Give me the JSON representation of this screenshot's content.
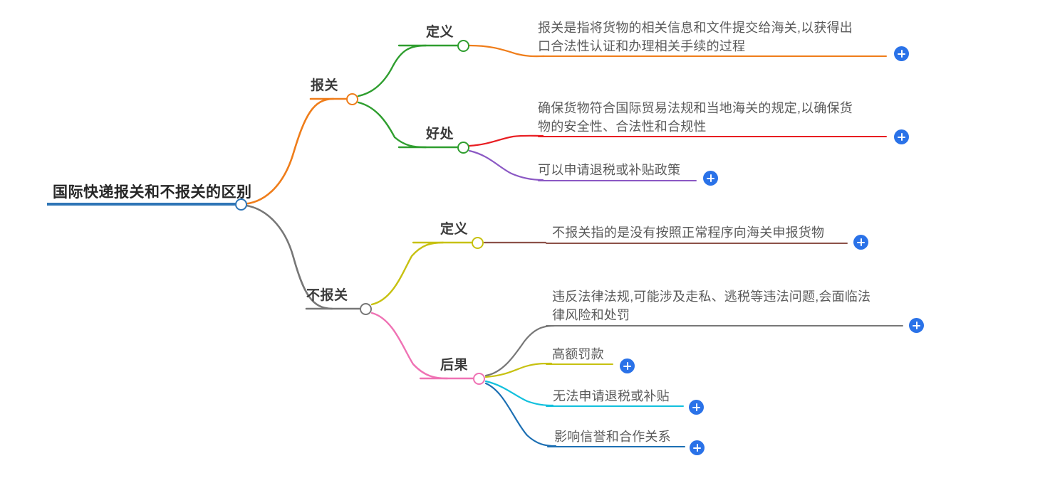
{
  "diagram": {
    "type": "mindmap",
    "root": {
      "id": "root",
      "label": "国际快递报关和不报关的区别",
      "color": "#2e75b6"
    },
    "branches": [
      {
        "id": "baoguan",
        "label": "报关",
        "color": "#ef7d1a",
        "children": [
          {
            "id": "baoguan-dingyi",
            "label": "定义",
            "color": "#2f9e2f",
            "leaves": [
              {
                "id": "baoguan-dingyi-1",
                "text_line1": "报关是指将货物的相关信息和文件提交给海关,以获得出",
                "text_line2": "口合法性认证和办理相关手续的过程",
                "color": "#ef7d1a",
                "expand": "+"
              }
            ]
          },
          {
            "id": "baoguan-haochu",
            "label": "好处",
            "color": "#2f9e2f",
            "leaves": [
              {
                "id": "baoguan-haochu-1",
                "text_line1": "确保货物符合国际贸易法规和当地海关的规定,以确保货",
                "text_line2": "物的安全性、合法性和合规性",
                "color": "#e81d22",
                "expand": "+"
              },
              {
                "id": "baoguan-haochu-2",
                "text_line1": "可以申请退税或补贴政策",
                "text_line2": "",
                "color": "#8b58c4",
                "expand": "+"
              }
            ]
          }
        ]
      },
      {
        "id": "bubaoguan",
        "label": "不报关",
        "color": "#777777",
        "children": [
          {
            "id": "bubaoguan-dingyi",
            "label": "定义",
            "color": "#c7c111",
            "leaves": [
              {
                "id": "bubaoguan-dingyi-1",
                "text_line1": "不报关指的是没有按照正常程序向海关申报货物",
                "text_line2": "",
                "color": "#8c5148",
                "expand": "+"
              }
            ]
          },
          {
            "id": "bubaoguan-houguo",
            "label": "后果",
            "color": "#ef72b4",
            "leaves": [
              {
                "id": "bubaoguan-houguo-1",
                "text_line1": "违反法律法规,可能涉及走私、逃税等违法问题,会面临法",
                "text_line2": "律风险和处罚",
                "color": "#777777",
                "expand": "+"
              },
              {
                "id": "bubaoguan-houguo-2",
                "text_line1": "高额罚款",
                "text_line2": "",
                "color": "#c7c111",
                "expand": "+"
              },
              {
                "id": "bubaoguan-houguo-3",
                "text_line1": "无法申请退税或补贴",
                "text_line2": "",
                "color": "#12c0dd",
                "expand": "+"
              },
              {
                "id": "bubaoguan-houguo-4",
                "text_line1": "影响信誉和合作关系",
                "text_line2": "",
                "color": "#1c6fb3",
                "expand": "+"
              }
            ]
          }
        ]
      }
    ]
  }
}
